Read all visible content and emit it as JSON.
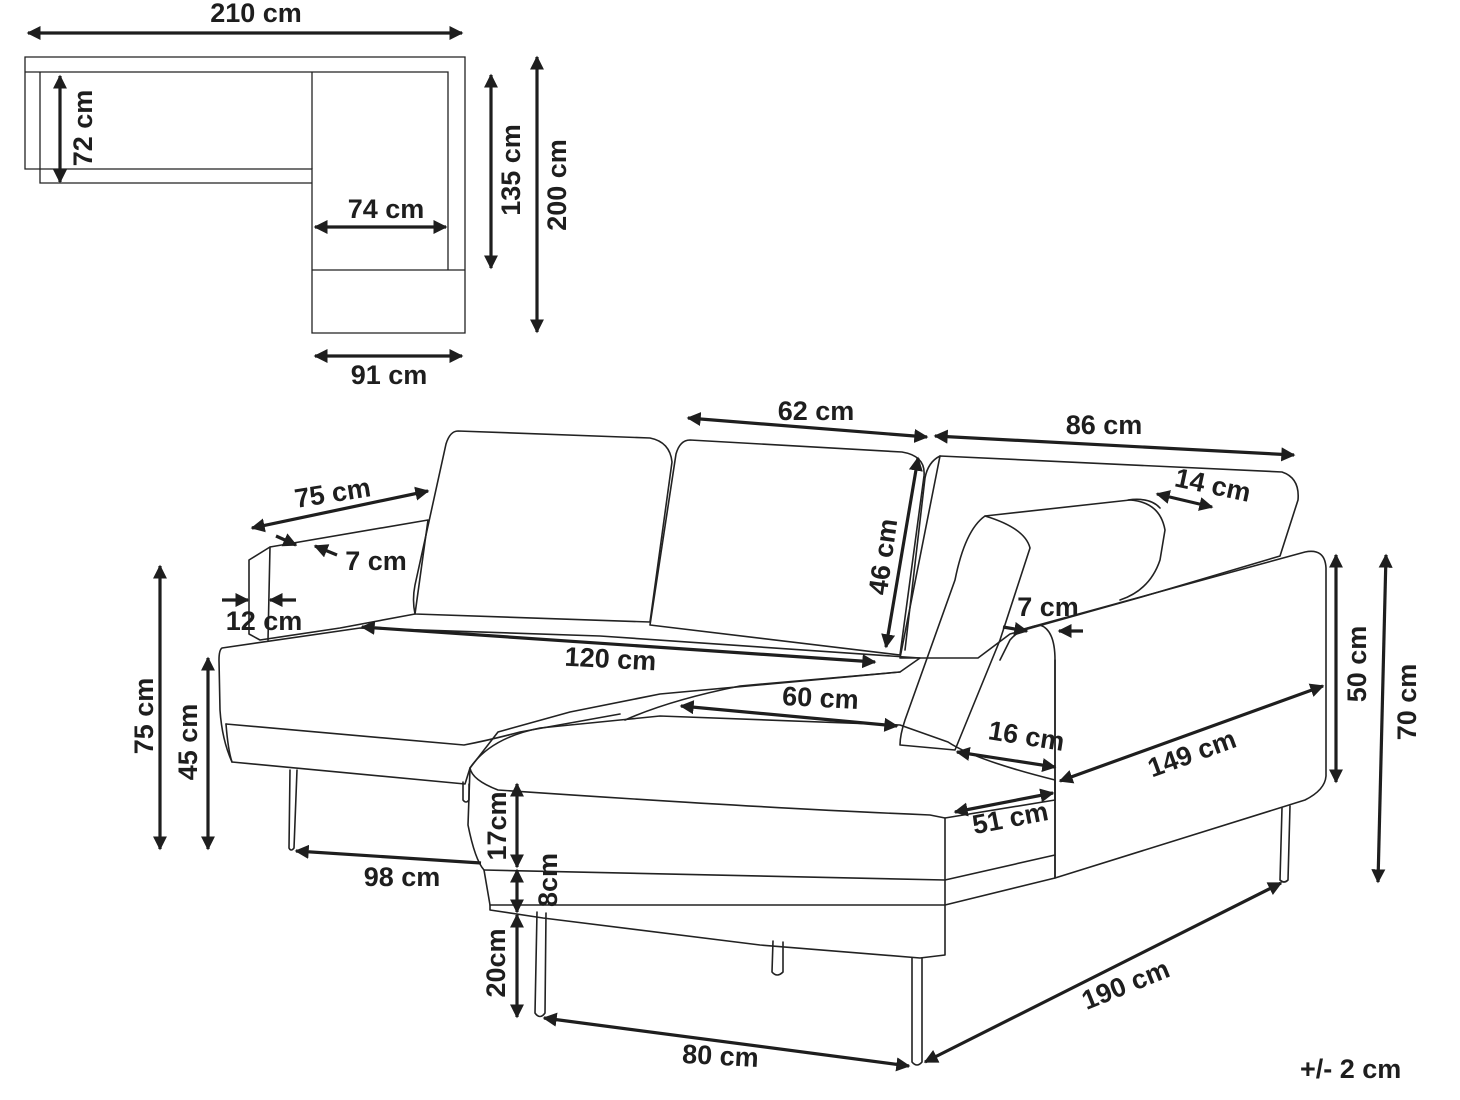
{
  "tolerance": "+/- 2 cm",
  "dimensions": {
    "top_width": "210 cm",
    "top_depth_left": "72 cm",
    "top_inner_depth": "135 cm",
    "top_total_depth": "200 cm",
    "top_inner_width": "74 cm",
    "top_chaise_width": "91 cm",
    "seat_back_width": "62 cm",
    "corner_width": "86 cm",
    "arm_length": "75 cm",
    "arm_slope": "7 cm",
    "arm_width_left": "12 cm",
    "back_height": "46 cm",
    "cushion_depth": "14 cm",
    "arm_width_right": "7 cm",
    "seat_width": "120 cm",
    "seat_depth": "60 cm",
    "cushion_offset": "16 cm",
    "chaise_length": "149 cm",
    "arm_height": "50 cm",
    "total_height": "70 cm",
    "total_height_left": "75 cm",
    "seat_height": "45 cm",
    "seat_thickness": "17cm",
    "base_thickness": "8cm",
    "leg_height": "20cm",
    "leg_span": "98 cm",
    "chaise_front": "51 cm",
    "chaise_width": "80 cm",
    "side_length": "190 cm"
  }
}
